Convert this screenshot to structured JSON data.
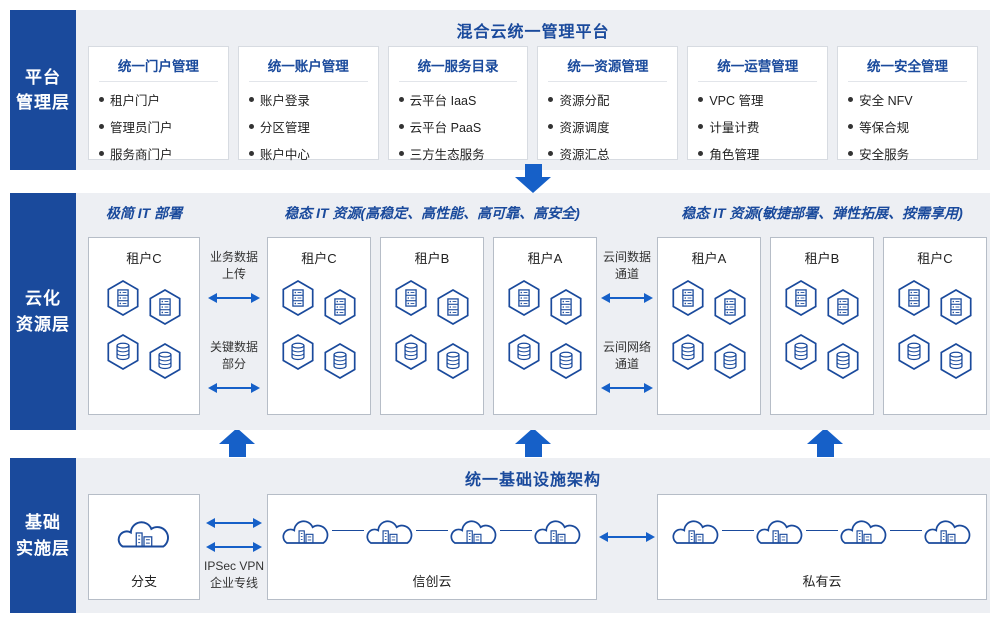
{
  "colors": {
    "navy": "#1a4a9c",
    "arrow": "#1660c8"
  },
  "layer1": {
    "side": [
      "平台",
      "管理层"
    ],
    "title": "混合云统一管理平台",
    "cards": [
      {
        "title": "统一门户管理",
        "items": [
          "租户门户",
          "管理员门户",
          "服务商门户"
        ]
      },
      {
        "title": "统一账户管理",
        "items": [
          "账户登录",
          "分区管理",
          "账户中心"
        ]
      },
      {
        "title": "统一服务目录",
        "items": [
          "云平台 IaaS",
          "云平台 PaaS",
          "三方生态服务"
        ]
      },
      {
        "title": "统一资源管理",
        "items": [
          "资源分配",
          "资源调度",
          "资源汇总"
        ]
      },
      {
        "title": "统一运营管理",
        "items": [
          "VPC 管理",
          "计量计费",
          "角色管理"
        ]
      },
      {
        "title": "统一安全管理",
        "items": [
          "安全 NFV",
          "等保合规",
          "安全服务"
        ]
      }
    ]
  },
  "layer2": {
    "side": [
      "云化",
      "资源层"
    ],
    "header_left": "极简 IT 部署",
    "header_mid": "稳态 IT 资源(高稳定、高性能、高可靠、高安全)",
    "header_right": "稳态 IT 资源(敏捷部署、弹性拓展、按需享用)",
    "left_tenant": "租户C",
    "mid_tenants": [
      "租户C",
      "租户B",
      "租户A"
    ],
    "right_tenants": [
      "租户A",
      "租户B",
      "租户C"
    ],
    "link1": "业务数据上传",
    "link2": "关键数据部分",
    "link3": "云间数据通道",
    "link4": "云间网络通道"
  },
  "layer3": {
    "side": [
      "基础",
      "实施层"
    ],
    "title": "统一基础设施架构",
    "branch": "分支",
    "vpn": [
      "IPSec VPN",
      "企业专线"
    ],
    "xinchuang": "信创云",
    "private": "私有云"
  }
}
